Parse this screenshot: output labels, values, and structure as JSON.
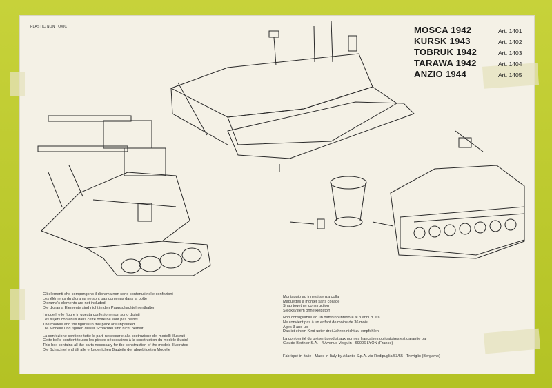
{
  "header": {
    "plastic_note": "PLASTIC NON TOXIC"
  },
  "titles": [
    {
      "name": "MOSCA 1942",
      "art": "Art. 1401"
    },
    {
      "name": "KURSK 1943",
      "art": "Art. 1402"
    },
    {
      "name": "TOBRUK 1942",
      "art": "Art. 1403"
    },
    {
      "name": "TARAWA 1942",
      "art": "Art. 1404"
    },
    {
      "name": "ANZIO 1944",
      "art": "Art. 1405"
    }
  ],
  "left_text": {
    "block1": [
      "Gli elementi che compongono il diorama non sono contenuti nelle confezioni",
      "Les éléments du diorama ne sont pas contenus dans la boîte",
      "Diorama's elements are not included",
      "Die diorama Elemente sind nicht in den Pappschachteln enthalten"
    ],
    "block2": [
      "I modelli e le figure in questa confezione non sono dipinti",
      "Les sujets contenus dans cette boîte ne sont pas peints",
      "The models and the figures in this pack are unpainted",
      "Die Modelle und figuren dieser Schachtel sind nicht bemalt"
    ],
    "block3": [
      "La confezione contiene tutte le parti necessarie alla costruzione dei modelli illustrati",
      "Cette boîte contient toutes les pièces nécessaires à la construction du modèle illustré",
      "This box contains all the parts necessary for the construction of the models illustrated",
      "Die Schachtel enthält alle erforderlichen Bauteile der abgebildeten Modelle"
    ]
  },
  "right_text": {
    "block1": [
      "Montaggio ad innesti senza colla",
      "Maquettes à monter sans collage",
      "Snap together construction",
      "Stecksystem ohne klebstoff"
    ],
    "block2": [
      "Non consigliabile ad un bambino inferiore ai 3 anni di età",
      "Ne convient pas à un enfant de moins de 36 mois",
      "Ages 3 and up",
      "Das ist einem Kind unter drei Jahren nicht zu empfehlen"
    ],
    "block3": [
      "La conformité du présent produit aux normes françaises obligatoires est garantie par",
      "Claude Berthier S.A. - 4 Avenue Verguin - 69006 LYON (France)"
    ]
  },
  "footer": {
    "made_in": "Fabriqué in Italie - Made in Italy by Atlantic S.p.A. via Redipuglia 53/55 - Treviglio (Bergamo)"
  },
  "colors": {
    "box": "#b9c82a",
    "panel": "#f4f1e6",
    "ink": "#2a2a2a"
  }
}
